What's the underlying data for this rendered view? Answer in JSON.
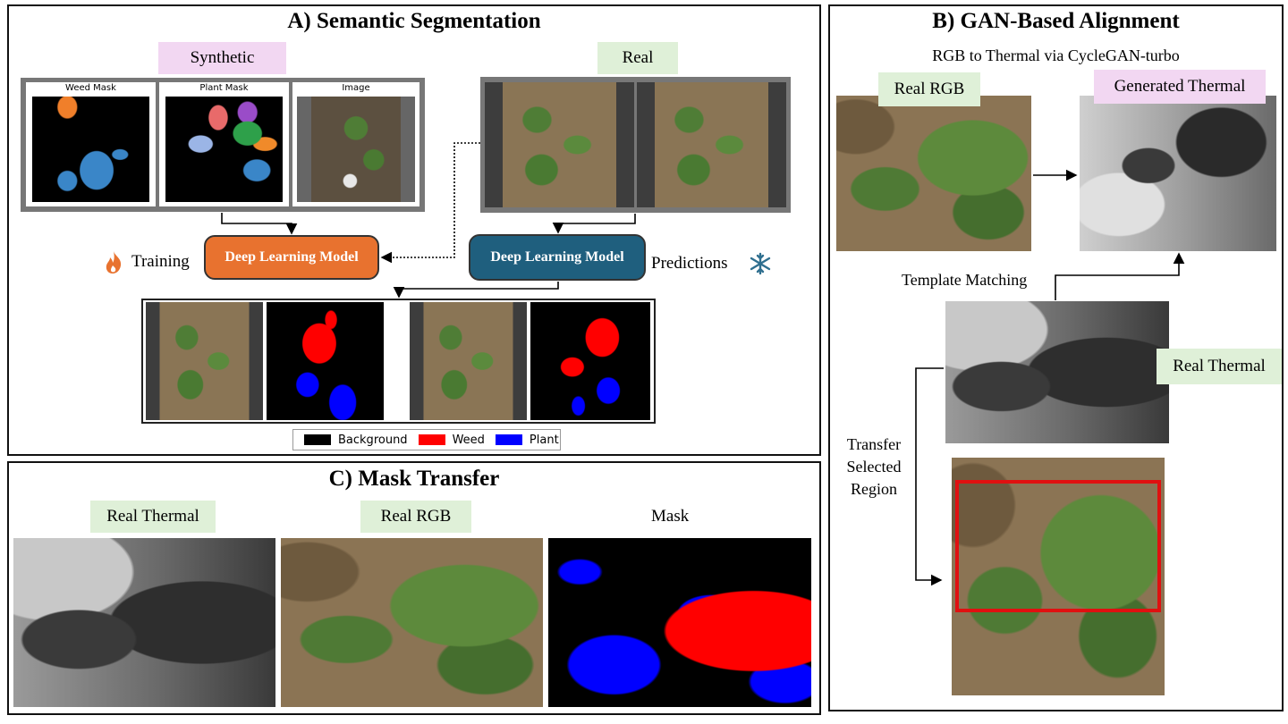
{
  "panel_a": {
    "title": "A) Semantic Segmentation",
    "synthetic_label": "Synthetic",
    "real_label": "Real",
    "weed_mask_title": "Weed Mask",
    "plant_mask_title": "Plant Mask",
    "image_title": "Image",
    "training_label": "Training",
    "predictions_label": "Predictions",
    "model_left": "Deep Learning Model",
    "model_right": "Deep Learning Model",
    "legend": [
      {
        "label": "Background",
        "color": "#000000"
      },
      {
        "label": "Weed",
        "color": "#ff0000"
      },
      {
        "label": "Plant",
        "color": "#0000ff"
      }
    ],
    "colors": {
      "model_left": "#e8722f",
      "model_right": "#1f5f7e"
    }
  },
  "panel_b": {
    "title": "B) GAN-Based Alignment",
    "subtitle": "RGB to Thermal via CycleGAN-turbo",
    "real_rgb_label": "Real RGB",
    "generated_thermal_label": "Generated Thermal",
    "template_matching_label": "Template Matching",
    "real_thermal_label": "Real Thermal",
    "transfer_label_1": "Transfer",
    "transfer_label_2": "Selected",
    "transfer_label_3": "Region"
  },
  "panel_c": {
    "title": "C) Mask Transfer",
    "real_thermal_label": "Real Thermal",
    "real_rgb_label": "Real RGB",
    "mask_label": "Mask"
  }
}
